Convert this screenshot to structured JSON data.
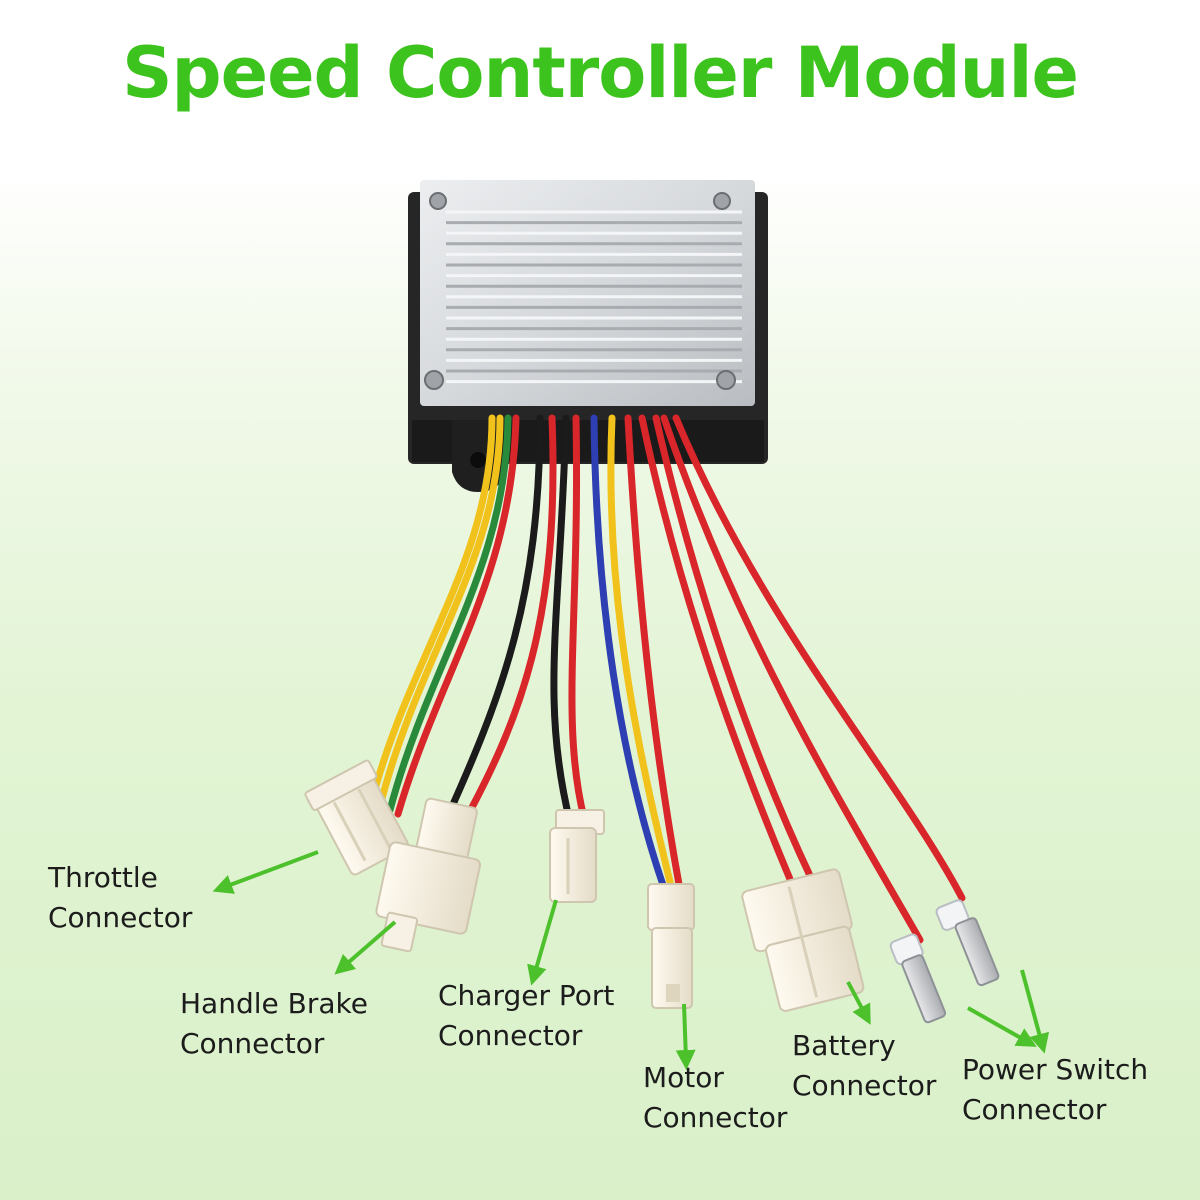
{
  "title": "Speed Controller Module",
  "colors": {
    "title": "#3dc31d",
    "arrow": "#4cc12b",
    "wire_red": "#d8262a",
    "wire_yellow": "#f1c21b",
    "wire_blue": "#2d3fb2",
    "wire_green": "#2a8a3c",
    "wire_black": "#1b1b1b",
    "housing": "#222222",
    "heatsink": "#d7d9dc",
    "plug": "#f4efe0"
  },
  "labels": {
    "throttle": [
      "Throttle",
      "Connector"
    ],
    "handle_brake": [
      "Handle Brake",
      "Connector"
    ],
    "charger_port": [
      "Charger Port",
      "Connector"
    ],
    "motor": [
      "Motor",
      "Connector"
    ],
    "battery": [
      "Battery",
      "Connector"
    ],
    "power_switch": [
      "Power Switch",
      "Connector"
    ]
  }
}
